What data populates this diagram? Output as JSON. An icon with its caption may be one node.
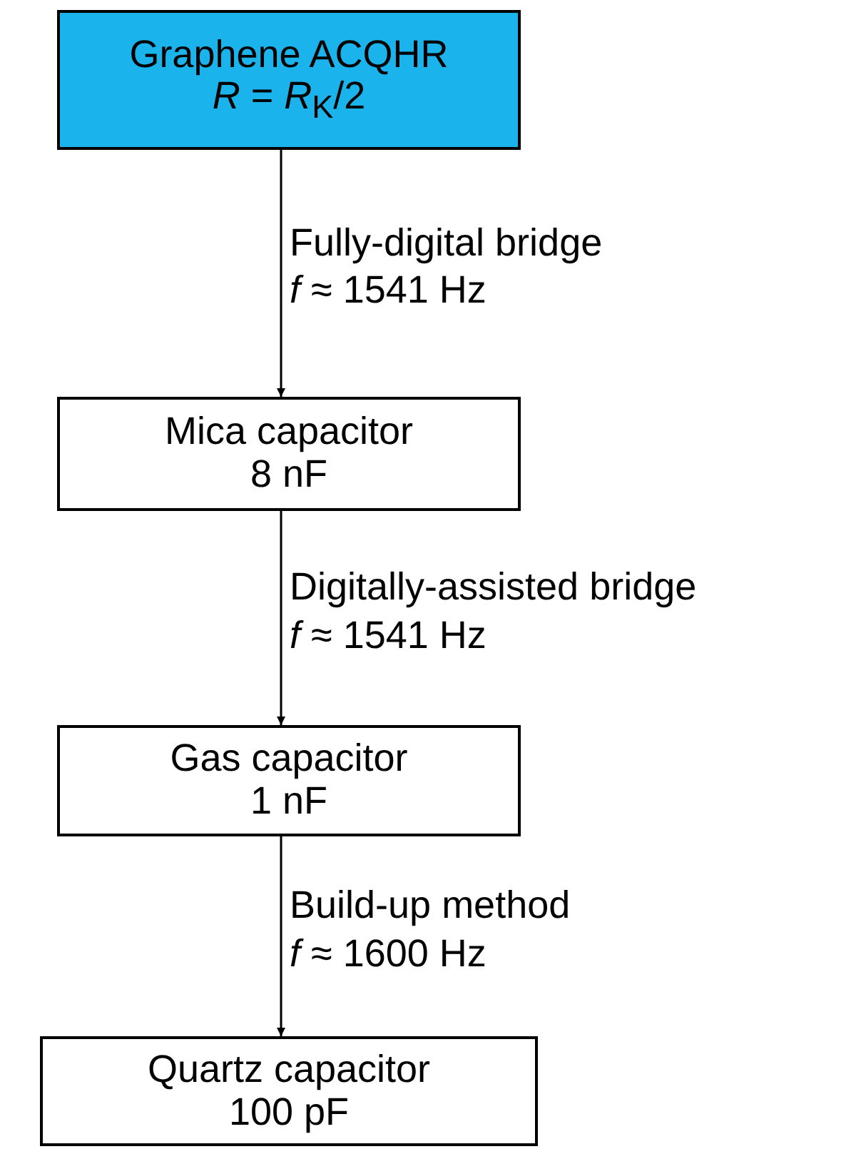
{
  "diagram": {
    "nodes": [
      {
        "text": [
          "Graphene ACQHR",
          "*R* = *R*$_{K}$/2"
        ]
      },
      {
        "text": [
          "Mica capacitor",
          "8 nF"
        ]
      },
      {
        "text": [
          "Gas capacitor",
          "1 nF"
        ]
      },
      {
        "text": [
          "Quartz capacitor",
          "100 pF"
        ]
      }
    ],
    "edges": [
      {
        "from": 0,
        "to": 1,
        "arrow": "to",
        "label": "Fully-digital bridge *f* ≈ 1541 Hz"
      },
      {
        "from": 1,
        "to": 2,
        "arrow": "to",
        "label": "Digitally-assisted bridge *f* ≈ 1541 Hz"
      },
      {
        "from": 2,
        "to": 3,
        "arrow": "to",
        "label": "Build-up method *f* ≈ 1600 Hz"
      }
    ]
  }
}
